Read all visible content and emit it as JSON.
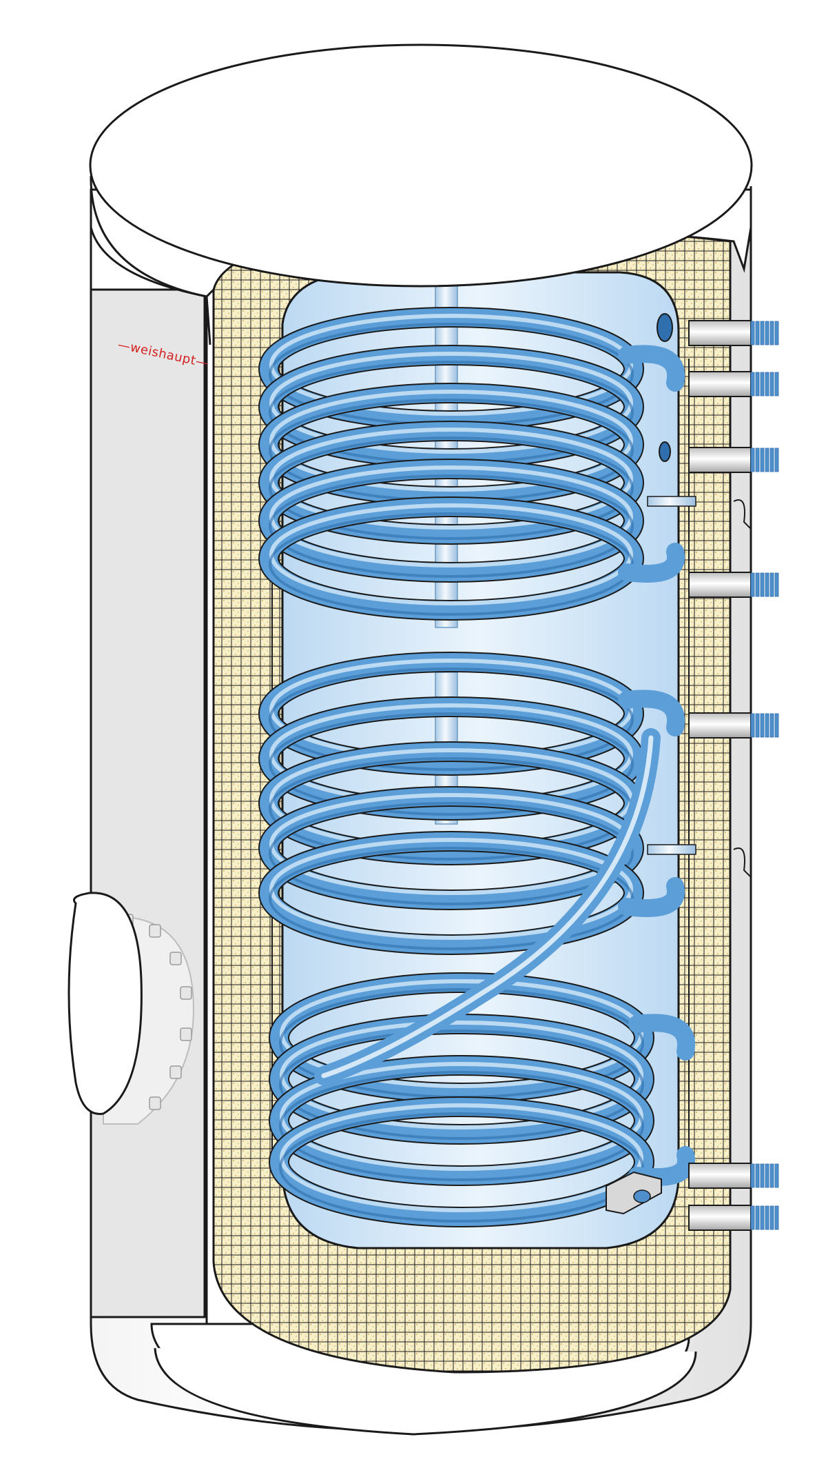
{
  "diagram": {
    "brand_label": "—weishaupt—",
    "colors": {
      "outline": "#1a1a1a",
      "casing_white": "#ffffff",
      "casing_shadow": "#dcdcdc",
      "insulation": "#f6efc8",
      "insulation_dots": "#d9b870",
      "water_light": "#eaf4fc",
      "water_mid": "#bcd9f2",
      "coil": "#5b9ed8",
      "coil_dark": "#2f6fae",
      "coil_highlight": "#d5e8f8",
      "rod": "#e6f0f8",
      "connector": "#dcdcdc",
      "thread": "#4f8fcc",
      "brand": "#d42020"
    },
    "upper_coil_turns": 6,
    "lower_coil_turns": 5,
    "bottom_coil_turns": 4,
    "connection_count": 9
  }
}
